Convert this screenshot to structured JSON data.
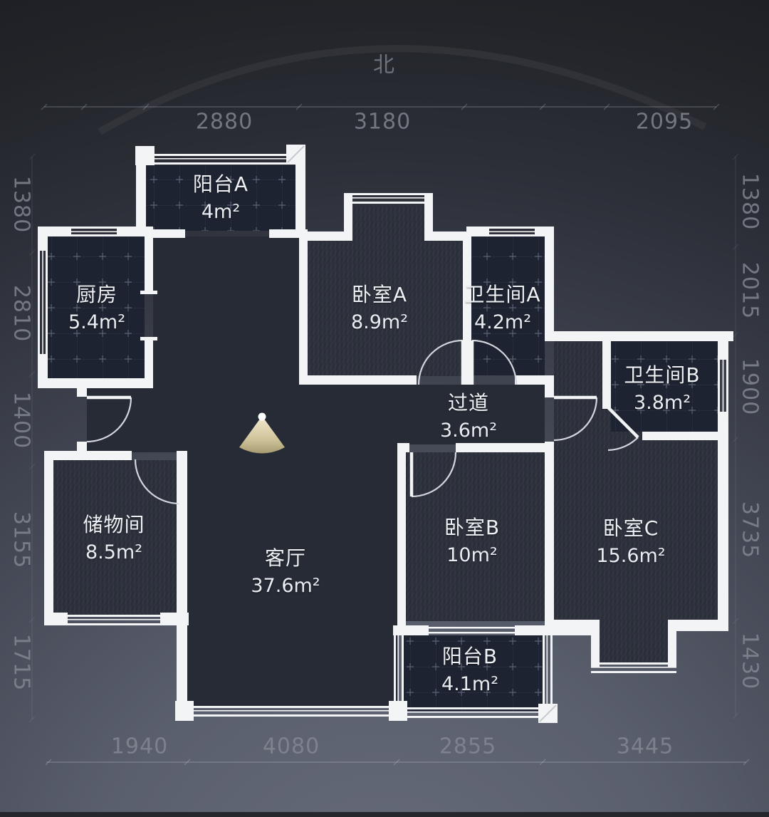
{
  "north_label": "北",
  "rooms": [
    {
      "id": "balcony-a",
      "name": "阳台A",
      "area": "4m²"
    },
    {
      "id": "kitchen",
      "name": "厨房",
      "area": "5.4m²"
    },
    {
      "id": "bedroom-a",
      "name": "卧室A",
      "area": "8.9m²"
    },
    {
      "id": "bathroom-a",
      "name": "卫生间A",
      "area": "4.2m²"
    },
    {
      "id": "corridor",
      "name": "过道",
      "area": "3.6m²"
    },
    {
      "id": "bathroom-b",
      "name": "卫生间B",
      "area": "3.8m²"
    },
    {
      "id": "storage",
      "name": "储物间",
      "area": "8.5m²"
    },
    {
      "id": "living-room",
      "name": "客厅",
      "area": "37.6m²"
    },
    {
      "id": "bedroom-b",
      "name": "卧室B",
      "area": "10m²"
    },
    {
      "id": "bedroom-c",
      "name": "卧室C",
      "area": "15.6m²"
    },
    {
      "id": "balcony-b",
      "name": "阳台B",
      "area": "4.1m²"
    }
  ],
  "dimensions": {
    "top": [
      "2880",
      "3180",
      "2095"
    ],
    "bottom": [
      "1940",
      "4080",
      "2855",
      "3445"
    ],
    "left": [
      "1380",
      "2810",
      "1400",
      "3155",
      "1715"
    ],
    "right": [
      "1380",
      "2015",
      "1900",
      "3735",
      "1430"
    ]
  },
  "colors": {
    "wall": "#f3f4f6",
    "floor_plain": "#262b35",
    "floor_tile": "#1d2330",
    "floor_hatch": "#2b2f3a",
    "camera_cone": "#e8dfbd",
    "dimension_text": "#858a95",
    "background_top": "#222429",
    "background_bottom": "#676c7b"
  }
}
